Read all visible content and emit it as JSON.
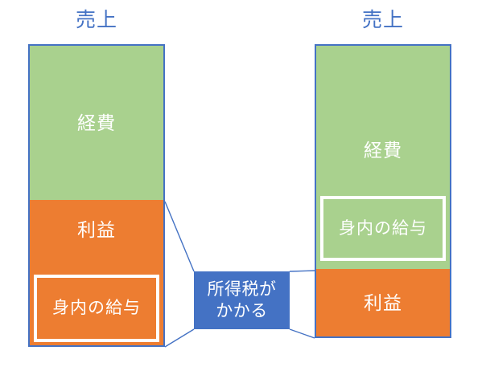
{
  "diagram": {
    "title_left": "売上",
    "title_right": "売上",
    "callout": {
      "line1": "所得税が",
      "line2": "かかる"
    },
    "colors": {
      "green": "#A9D18E",
      "orange": "#ED7D31",
      "blue_border": "#4472C4",
      "callout_fill": "#4472C4",
      "title_text": "#4472C4",
      "label_text": "#FFFFFF",
      "background": "#FFFFFF"
    },
    "left_bar": {
      "segments": [
        {
          "label": "経費",
          "color": "#A9D18E"
        },
        {
          "label": "利益",
          "color": "#ED7D31"
        }
      ],
      "inner_box": {
        "label": "身内の給与",
        "color": "#ED7D31"
      }
    },
    "right_bar": {
      "segments": [
        {
          "label": "経費",
          "color": "#A9D18E"
        },
        {
          "label": "利益",
          "color": "#ED7D31"
        }
      ],
      "inner_box": {
        "label": "身内の給与",
        "color": "#A9D18E"
      }
    }
  }
}
